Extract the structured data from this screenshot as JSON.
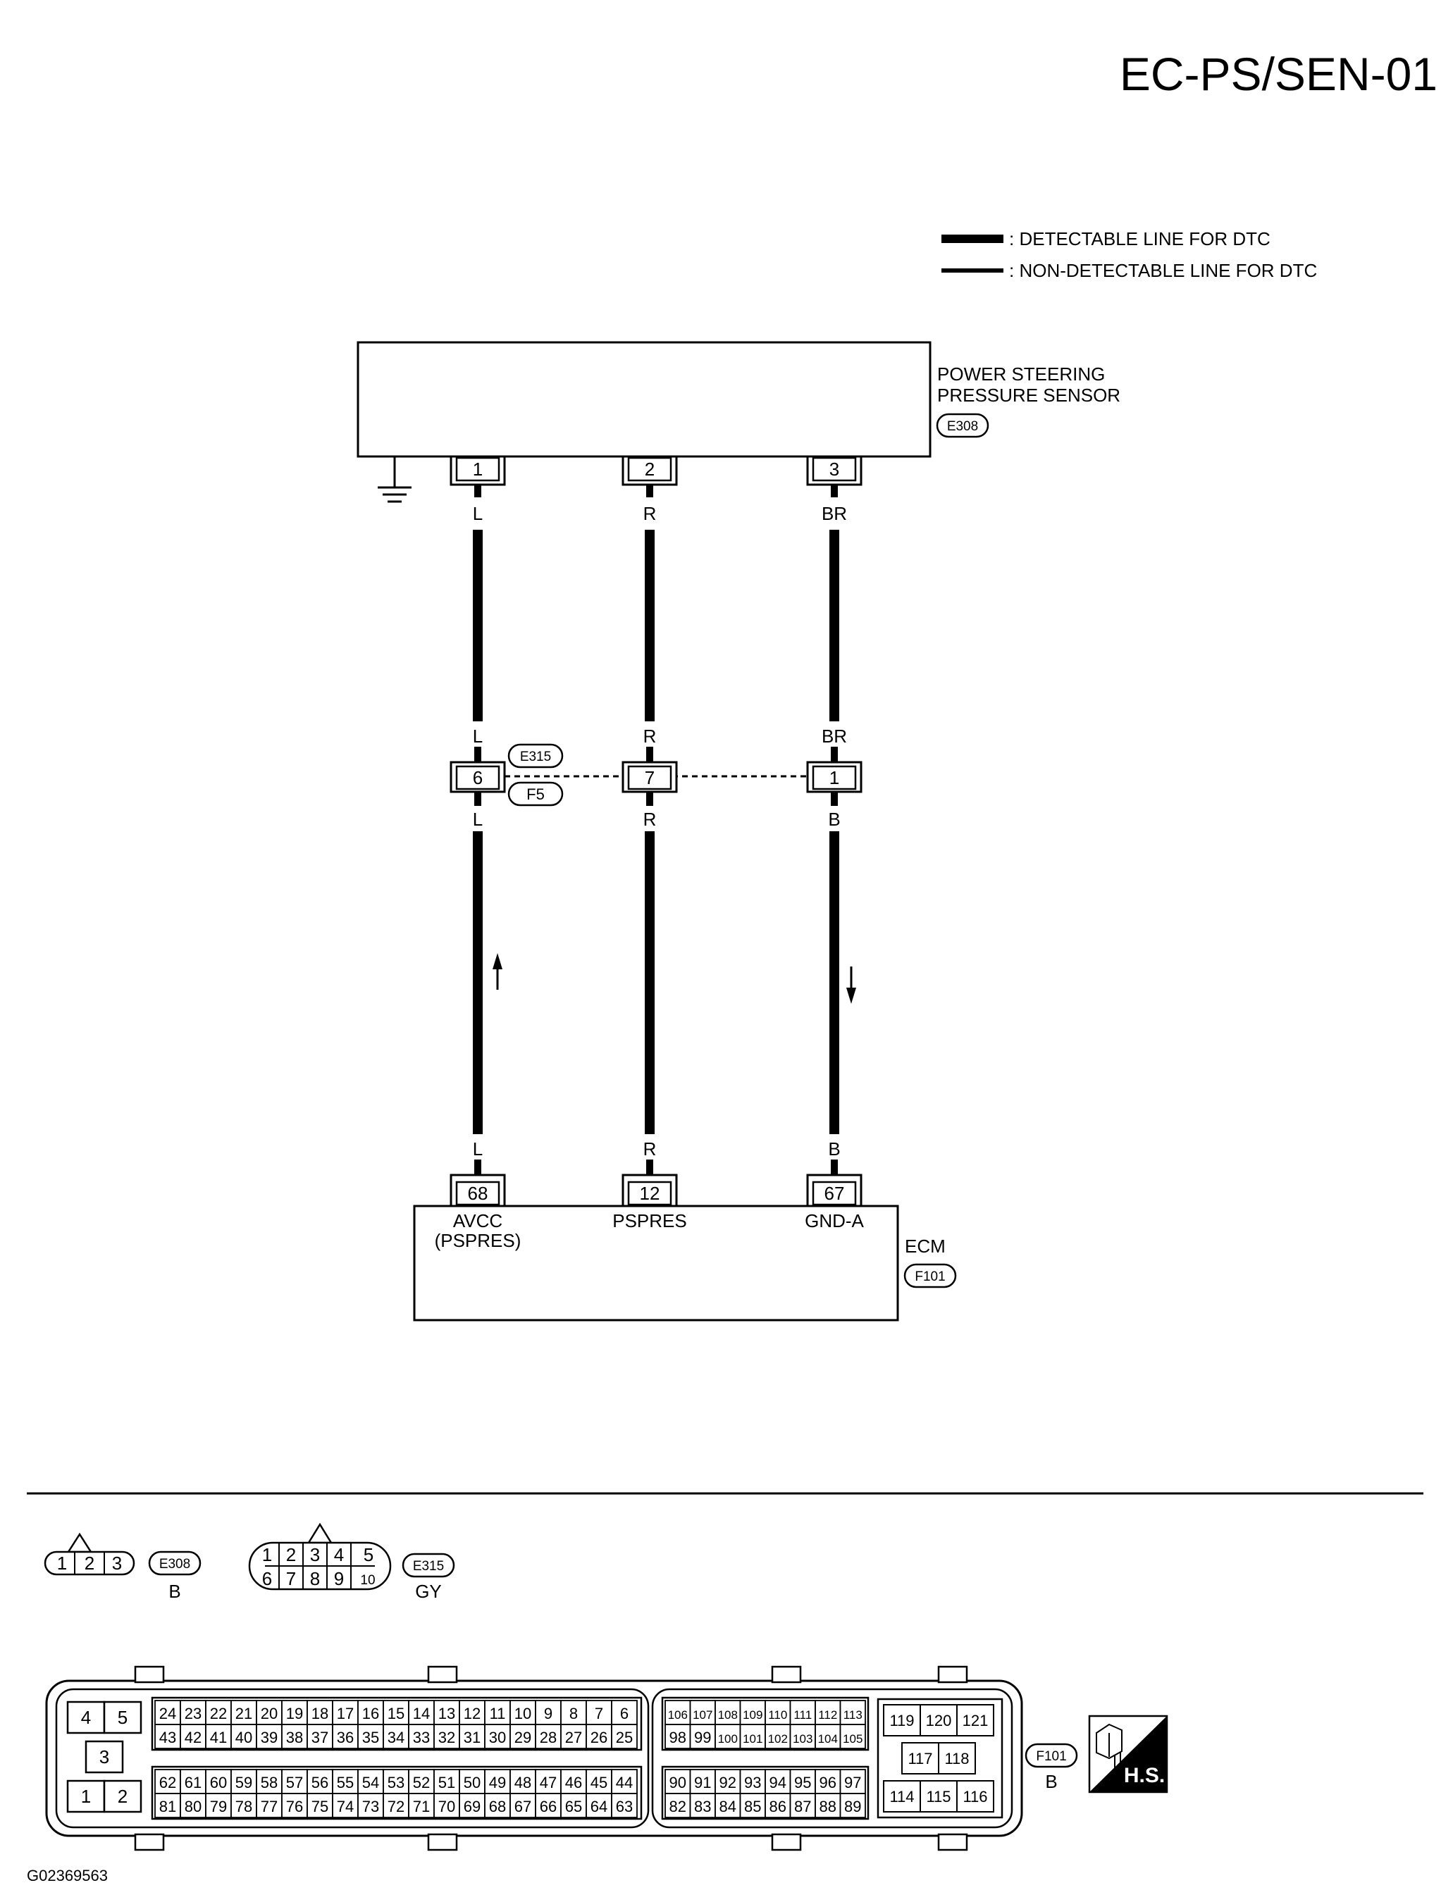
{
  "page": {
    "title": "EC-PS/SEN-01",
    "figure_id": "G02369563"
  },
  "legend": {
    "detectable": ": DETECTABLE LINE FOR DTC",
    "non_detectable": ": NON-DETECTABLE LINE FOR DTC"
  },
  "sensor": {
    "name_line1": "POWER STEERING",
    "name_line2": "PRESSURE SENSOR",
    "connector": "E308",
    "pins": [
      "1",
      "2",
      "3"
    ]
  },
  "wires": {
    "upper": [
      "L",
      "R",
      "BR"
    ],
    "lower": [
      "L",
      "R",
      "B"
    ]
  },
  "joint": {
    "connector_top": "E315",
    "connector_bottom": "F5",
    "pins": [
      "6",
      "7",
      "1"
    ]
  },
  "ecm": {
    "name": "ECM",
    "connector": "F101",
    "pins": [
      "68",
      "12",
      "67"
    ],
    "terminal_labels": [
      "AVCC",
      "(PSPRES)",
      "PSPRES",
      "GND-A"
    ]
  },
  "connector_views": {
    "e308": {
      "id": "E308",
      "color": "B",
      "pins": [
        "1",
        "2",
        "3"
      ]
    },
    "e315": {
      "id": "E315",
      "color": "GY",
      "pins_top": [
        "1",
        "2",
        "3",
        "4",
        "5"
      ],
      "pins_bottom": [
        "6",
        "7",
        "8",
        "9",
        "10"
      ]
    },
    "f101": {
      "id": "F101",
      "color": "B",
      "hs_label": "H.S.",
      "left_block": [
        "4",
        "5",
        "3",
        "1",
        "2"
      ],
      "block_a_rows": [
        [
          "24",
          "23",
          "22",
          "21",
          "20",
          "19",
          "18",
          "17",
          "16",
          "15",
          "14",
          "13",
          "12",
          "11",
          "10",
          "9",
          "8",
          "7",
          "6"
        ],
        [
          "43",
          "42",
          "41",
          "40",
          "39",
          "38",
          "37",
          "36",
          "35",
          "34",
          "33",
          "32",
          "31",
          "30",
          "29",
          "28",
          "27",
          "26",
          "25"
        ],
        [
          "62",
          "61",
          "60",
          "59",
          "58",
          "57",
          "56",
          "55",
          "54",
          "53",
          "52",
          "51",
          "50",
          "49",
          "48",
          "47",
          "46",
          "45",
          "44"
        ],
        [
          "81",
          "80",
          "79",
          "78",
          "77",
          "76",
          "75",
          "74",
          "73",
          "72",
          "71",
          "70",
          "69",
          "68",
          "67",
          "66",
          "65",
          "64",
          "63"
        ]
      ],
      "block_b_rows": [
        [
          "106",
          "107",
          "108",
          "109",
          "110",
          "111",
          "112",
          "113"
        ],
        [
          "98",
          "99",
          "100",
          "101",
          "102",
          "103",
          "104",
          "105"
        ],
        [
          "90",
          "91",
          "92",
          "93",
          "94",
          "95",
          "96",
          "97"
        ],
        [
          "82",
          "83",
          "84",
          "85",
          "86",
          "87",
          "88",
          "89"
        ]
      ],
      "block_c": [
        "119",
        "120",
        "121",
        "117",
        "118",
        "114",
        "115",
        "116"
      ]
    }
  }
}
